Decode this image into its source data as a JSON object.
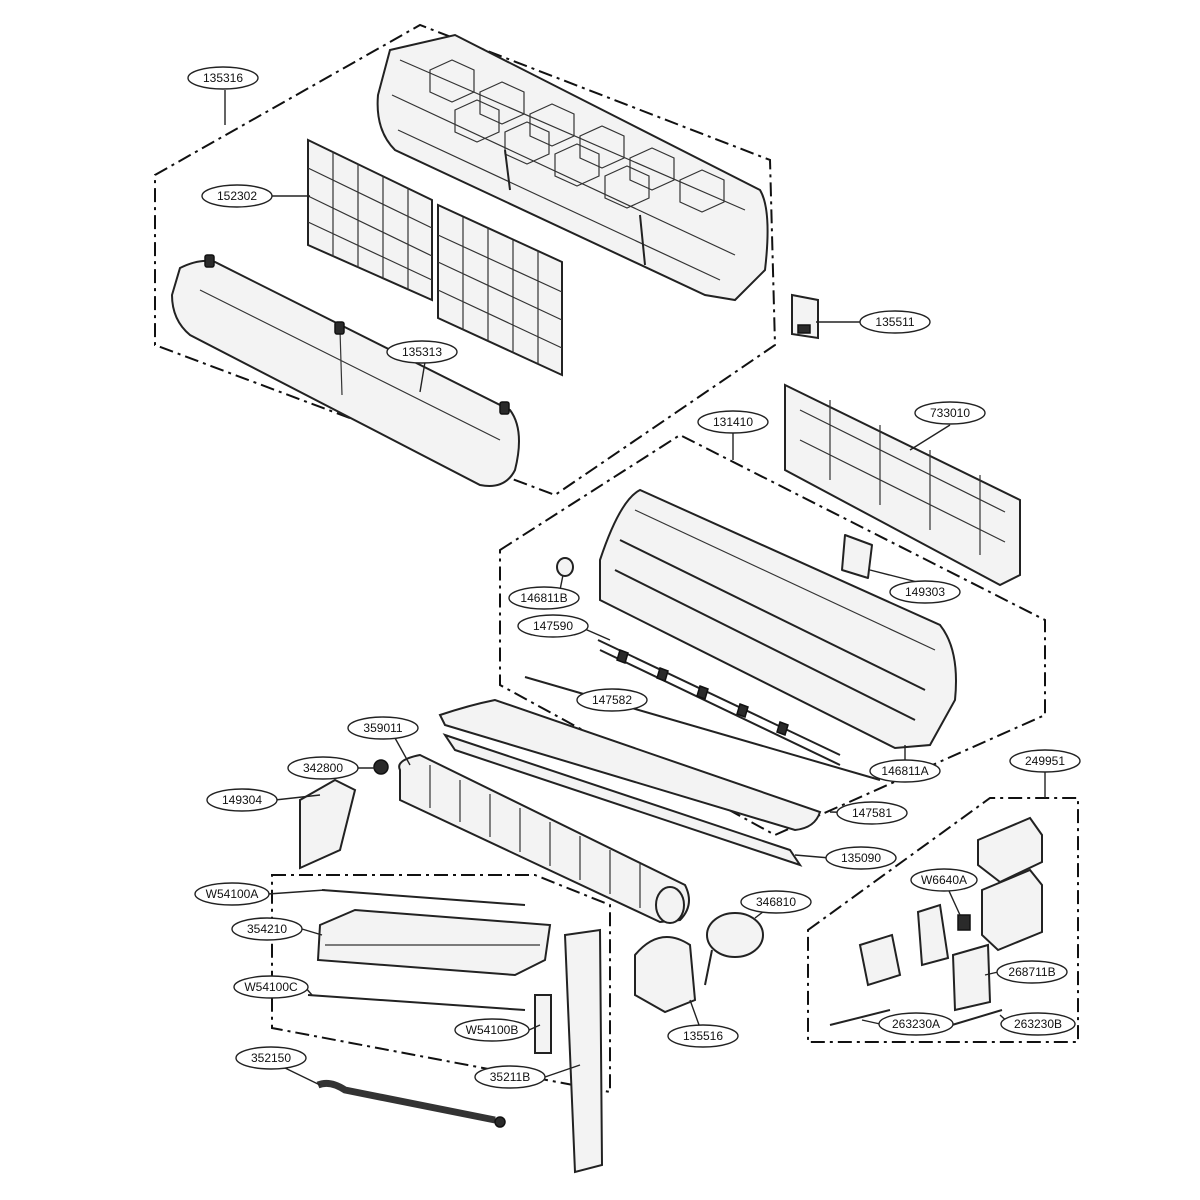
{
  "diagram": {
    "type": "exploded-parts-view",
    "part_labels": [
      {
        "id": "l_135316",
        "text": "135316"
      },
      {
        "id": "l_152302",
        "text": "152302"
      },
      {
        "id": "l_135313",
        "text": "135313"
      },
      {
        "id": "l_135511",
        "text": "135511"
      },
      {
        "id": "l_733010",
        "text": "733010"
      },
      {
        "id": "l_131410",
        "text": "131410"
      },
      {
        "id": "l_146811B",
        "text": "146811B"
      },
      {
        "id": "l_149303",
        "text": "149303"
      },
      {
        "id": "l_147590",
        "text": "147590"
      },
      {
        "id": "l_147582",
        "text": "147582"
      },
      {
        "id": "l_359011",
        "text": "359011"
      },
      {
        "id": "l_342800",
        "text": "342800"
      },
      {
        "id": "l_149304",
        "text": "149304"
      },
      {
        "id": "l_146811A",
        "text": "146811A"
      },
      {
        "id": "l_249951",
        "text": "249951"
      },
      {
        "id": "l_147581",
        "text": "147581"
      },
      {
        "id": "l_135090",
        "text": "135090"
      },
      {
        "id": "l_W54100A",
        "text": "W54100A"
      },
      {
        "id": "l_W6640A",
        "text": "W6640A"
      },
      {
        "id": "l_346810",
        "text": "346810"
      },
      {
        "id": "l_354210",
        "text": "354210"
      },
      {
        "id": "l_268711B",
        "text": "268711B"
      },
      {
        "id": "l_W54100C",
        "text": "W54100C"
      },
      {
        "id": "l_W54100B",
        "text": "W54100B"
      },
      {
        "id": "l_135516",
        "text": "135516"
      },
      {
        "id": "l_263230A",
        "text": "263230A"
      },
      {
        "id": "l_263230B",
        "text": "263230B"
      },
      {
        "id": "l_352150",
        "text": "352150"
      },
      {
        "id": "l_35211B",
        "text": "35211B"
      }
    ]
  }
}
